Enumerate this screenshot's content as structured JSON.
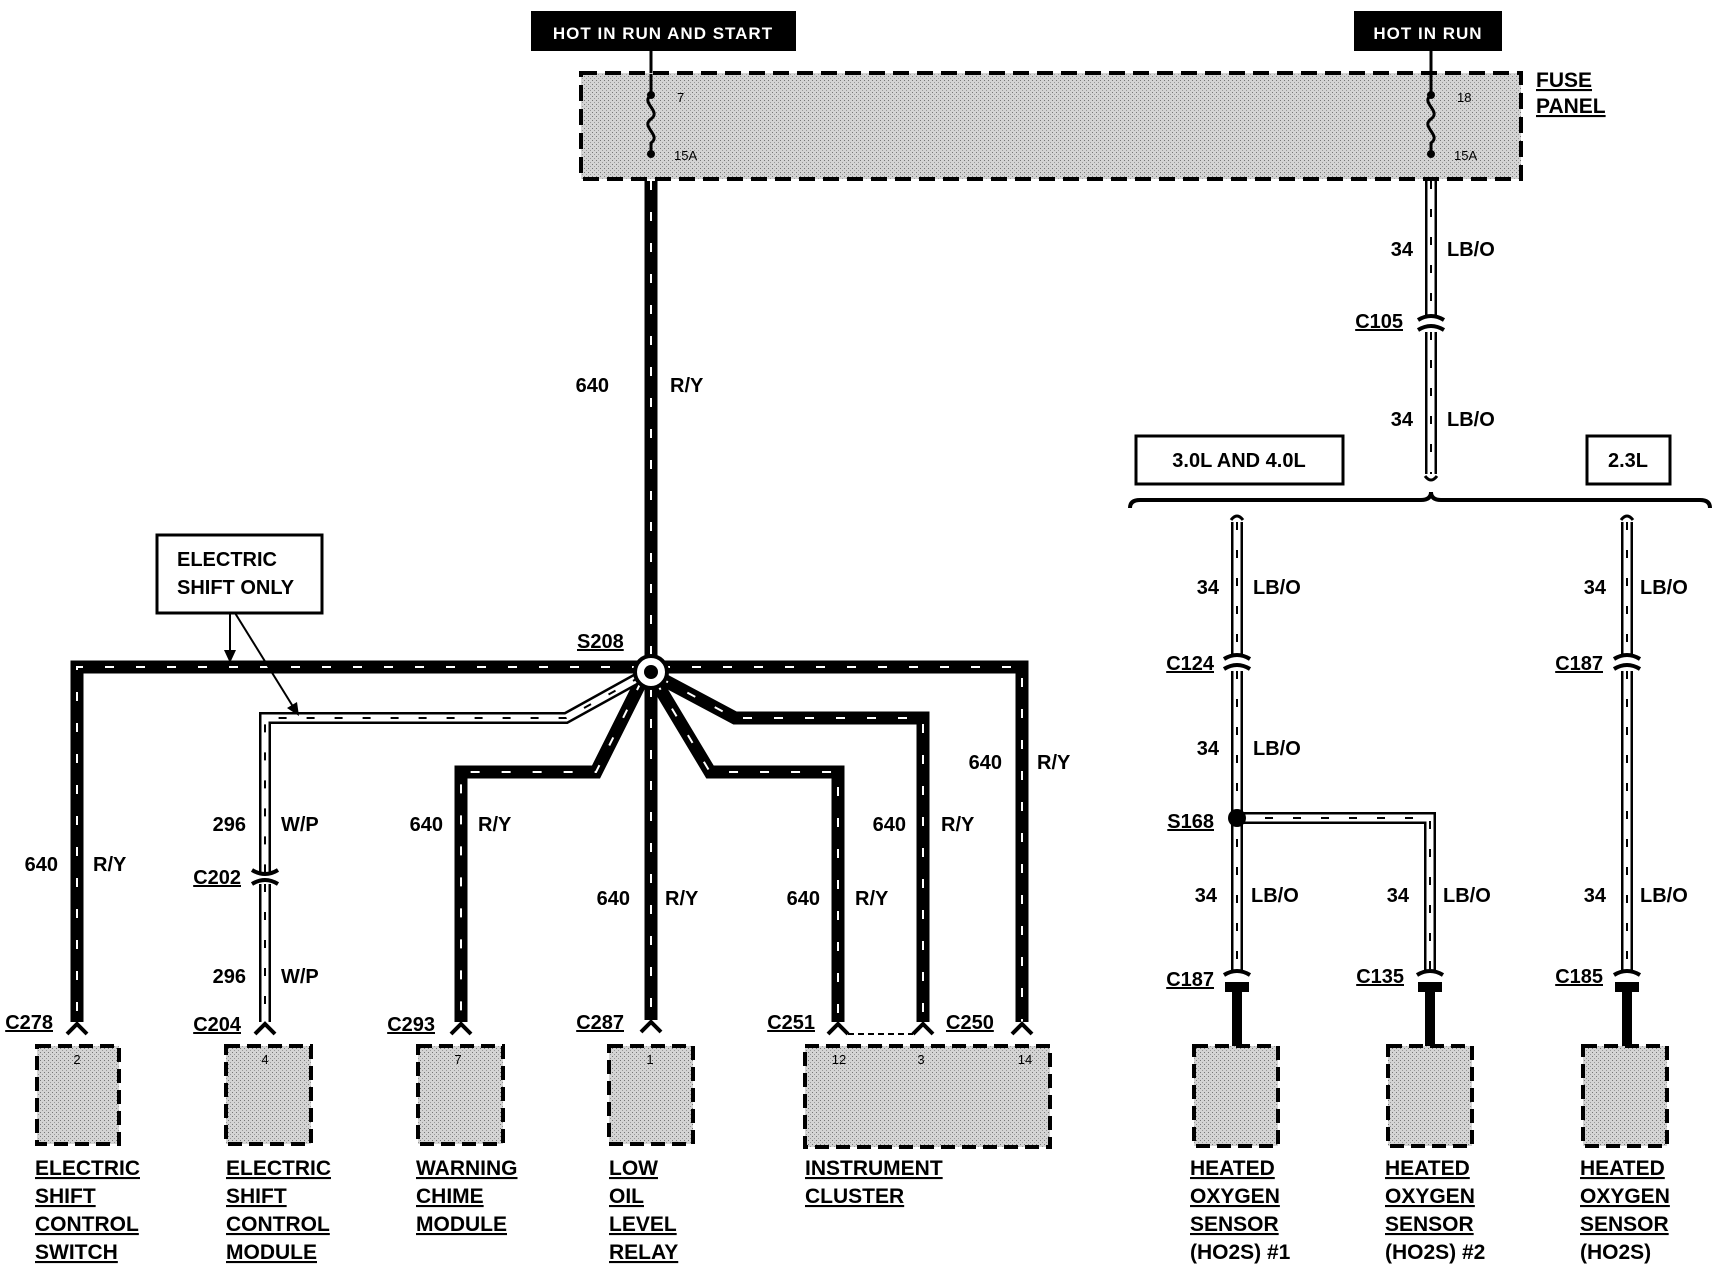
{
  "power": {
    "hot_run_start": "HOT IN RUN AND START",
    "hot_run": "HOT IN RUN"
  },
  "fuse_panel": {
    "title_line1": "FUSE",
    "title_line2": "PANEL",
    "fuse_a_number": "7",
    "fuse_a_rating": "15A",
    "fuse_b_number": "18",
    "fuse_b_rating": "15A"
  },
  "wires": {
    "main_circuit": "640",
    "main_color": "R/Y",
    "shift_circuit": "296",
    "shift_color": "W/P",
    "hego_circuit": "34",
    "hego_color": "LB/O"
  },
  "callouts": {
    "electric_shift_line1": "ELECTRIC",
    "electric_shift_line2": "SHIFT ONLY",
    "engine_a": "3.0L AND 4.0L",
    "engine_b": "2.3L"
  },
  "splices": {
    "s208": "S208",
    "s168": "S168"
  },
  "connectors": {
    "c105": "C105",
    "c124": "C124",
    "c187_right": "C187",
    "c202": "C202",
    "c278": "C278",
    "c204": "C204",
    "c293": "C293",
    "c287": "C287",
    "c251": "C251",
    "c250": "C250",
    "c187_bottom": "C187",
    "c135": "C135",
    "c185": "C185"
  },
  "components": {
    "shift_switch": {
      "pin": "2",
      "lines": [
        "ELECTRIC",
        "SHIFT",
        "CONTROL",
        "SWITCH"
      ]
    },
    "shift_module": {
      "pin": "4",
      "lines": [
        "ELECTRIC",
        "SHIFT",
        "CONTROL",
        "MODULE"
      ]
    },
    "chime_module": {
      "pin": "7",
      "lines": [
        "WARNING",
        "CHIME",
        "MODULE"
      ]
    },
    "oil_relay": {
      "pin": "1",
      "lines": [
        "LOW",
        "OIL",
        "LEVEL",
        "RELAY"
      ]
    },
    "cluster": {
      "pin_a": "12",
      "pin_b": "3",
      "pin_c": "14",
      "lines": [
        "INSTRUMENT",
        "CLUSTER"
      ]
    },
    "ho2s_1": {
      "lines": [
        "HEATED",
        "OXYGEN",
        "SENSOR",
        "(HO2S) #1"
      ]
    },
    "ho2s_2": {
      "lines": [
        "HEATED",
        "OXYGEN",
        "SENSOR",
        "(HO2S) #2"
      ]
    },
    "ho2s_3": {
      "lines": [
        "HEATED",
        "OXYGEN",
        "SENSOR",
        "(HO2S)"
      ]
    }
  }
}
